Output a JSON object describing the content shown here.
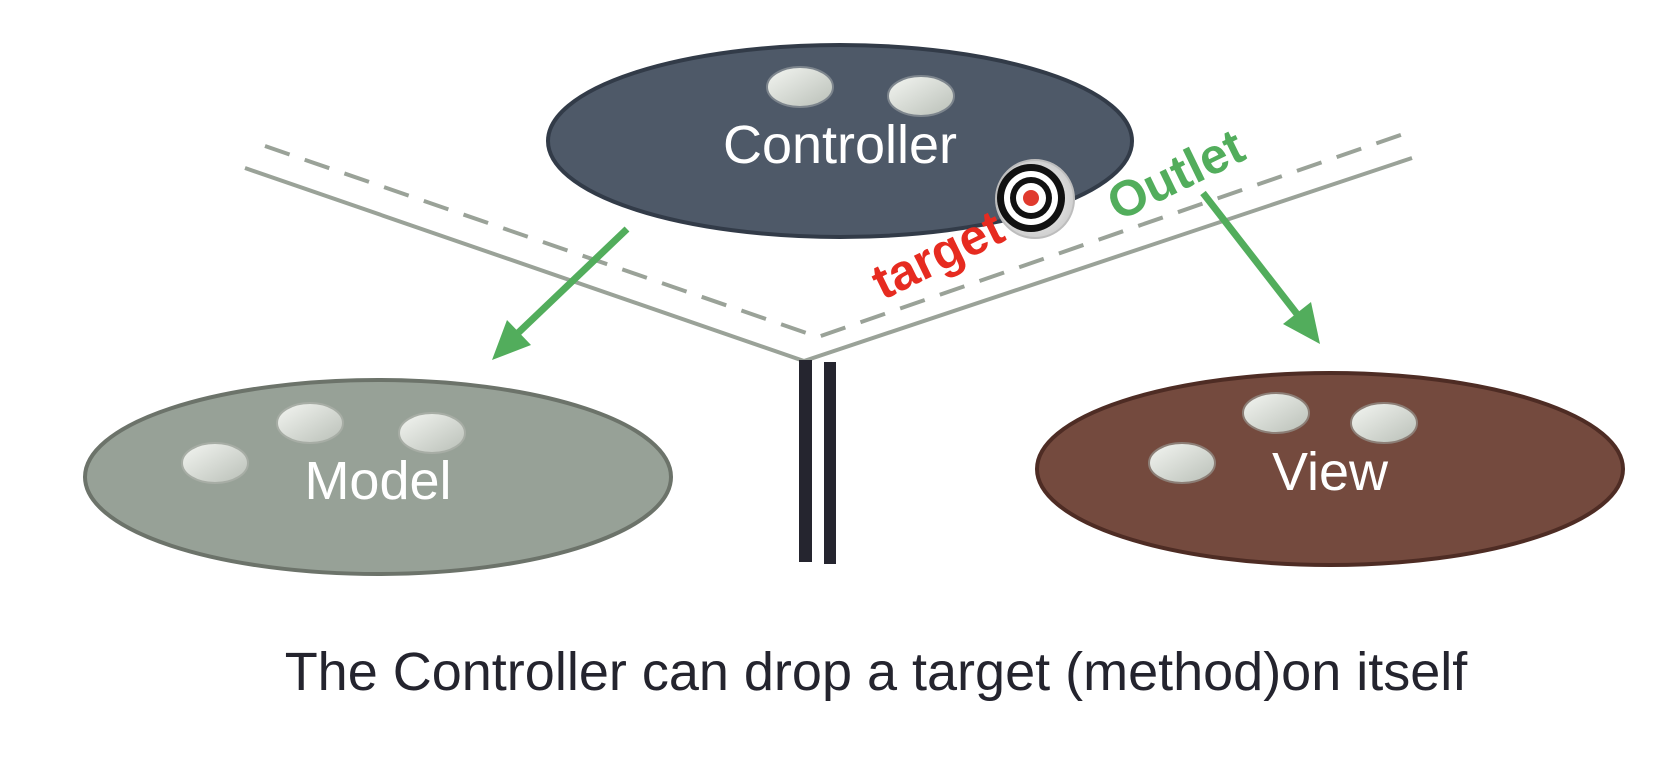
{
  "controller": {
    "label": "Controller",
    "color": "#4e5968"
  },
  "model": {
    "label": "Model",
    "color": "#97a197"
  },
  "view": {
    "label": "View",
    "color": "#744a3e"
  },
  "target": {
    "label": "target",
    "color": "#e62b20"
  },
  "outlet": {
    "label": "Outlet",
    "color": "#52ad5c"
  },
  "caption": "The Controller can drop a target (method)on itself"
}
